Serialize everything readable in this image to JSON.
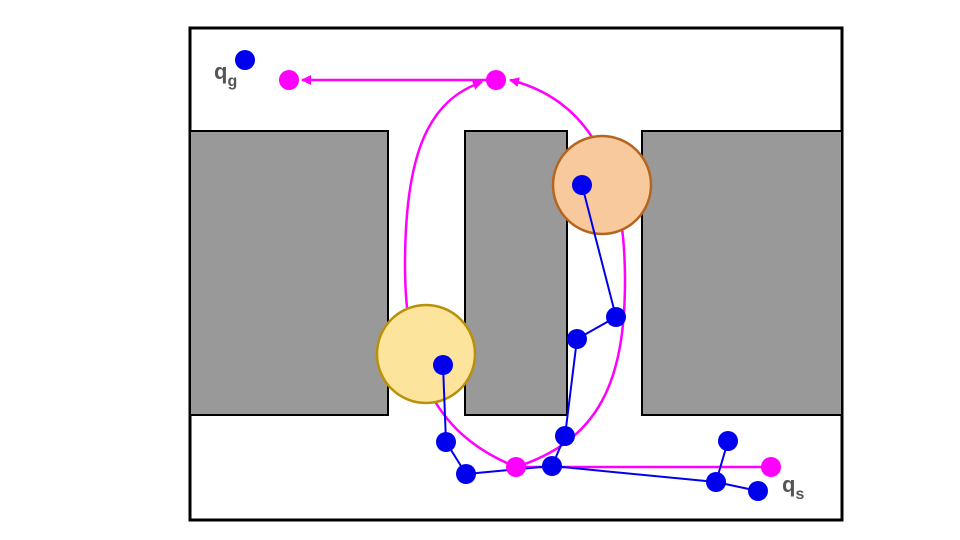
{
  "labels": {
    "goal_main": "q",
    "goal_sub": "g",
    "start_main": "q",
    "start_sub": "s"
  },
  "colors": {
    "obstacle": "#999999",
    "obstacle_stroke": "#000000",
    "frame": "#000000",
    "tree_node": "#0000ee",
    "tree_edge": "#0000ee",
    "path": "#ff00ff",
    "circle_orange_fill": "#f7c99c",
    "circle_orange_stroke": "#b5651d",
    "circle_yellow_fill": "#fde49c",
    "circle_yellow_stroke": "#b8900a",
    "label": "#555555"
  }
}
